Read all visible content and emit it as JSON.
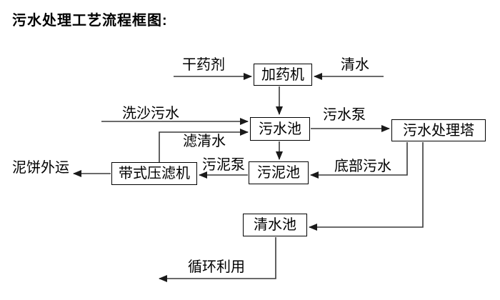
{
  "title": "污水处理工艺流程框图:",
  "diagram": {
    "nodes": {
      "dosing_machine": "加药机",
      "sewage_pool": "污水池",
      "treatment_tower": "污水处理塔",
      "sludge_pool": "污泥池",
      "belt_filter_press": "带式压滤机",
      "clean_water_pool": "清水池"
    },
    "labels": {
      "dry_agent": "干药剂",
      "clean_water": "清水",
      "sand_wash_sewage": "洗沙污水",
      "sewage_pump": "污水泵",
      "filtered_water": "滤清水",
      "sludge_pump": "污泥泵",
      "bottom_sewage": "底部污水",
      "mud_cake_out": "泥饼外运",
      "recycle_use": "循环利用"
    },
    "colors": {
      "line": "#3a3a3a",
      "box_border": "#000000",
      "text": "#000000",
      "background": "#ffffff"
    }
  }
}
